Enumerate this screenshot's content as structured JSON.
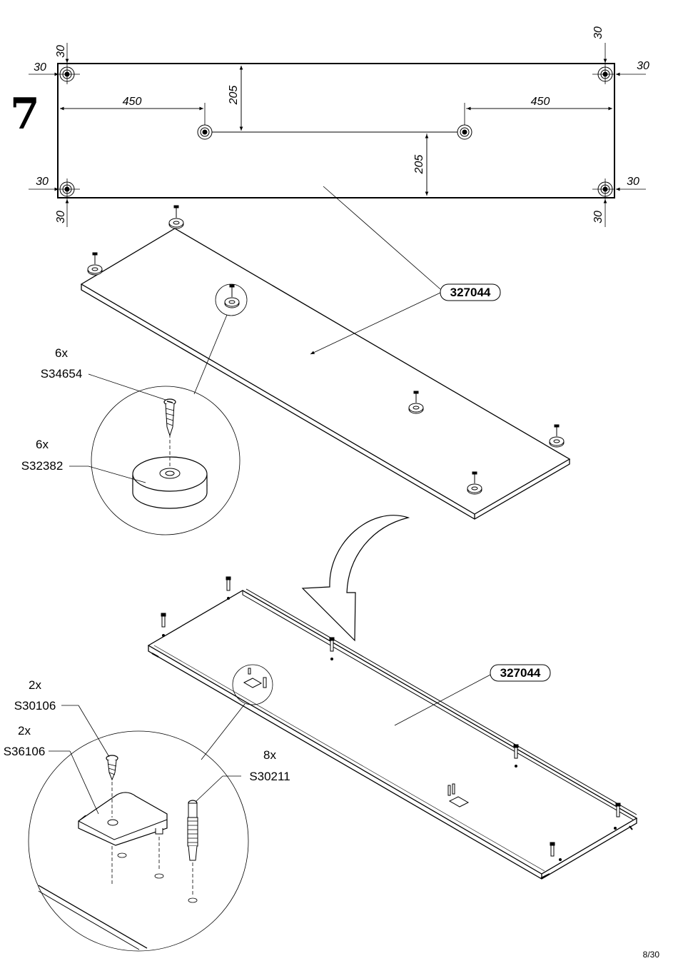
{
  "step": {
    "number": "7"
  },
  "drawing": {
    "dims": {
      "corner_top_left_v": "30",
      "corner_top_left_h": "30",
      "corner_bottom_left_h": "30",
      "corner_bottom_left_v": "30",
      "corner_top_right_v": "30",
      "corner_top_right_h": "30",
      "corner_bottom_right_h": "30",
      "corner_bottom_right_v": "30",
      "left_offset": "450",
      "right_offset": "450",
      "top_depth": "205",
      "bottom_depth": "205"
    }
  },
  "parts": {
    "panel_ref_top": "327044",
    "panel_ref_bottom": "327044",
    "screw_qty": "6x",
    "screw_code": "S34654",
    "glide_qty": "6x",
    "glide_code": "S32382",
    "screw2_qty": "2x",
    "screw2_code": "S30106",
    "bracket_qty": "2x",
    "bracket_code": "S36106",
    "dowel_qty": "8x",
    "dowel_code": "S30211"
  },
  "footer": {
    "page": "8/30"
  }
}
